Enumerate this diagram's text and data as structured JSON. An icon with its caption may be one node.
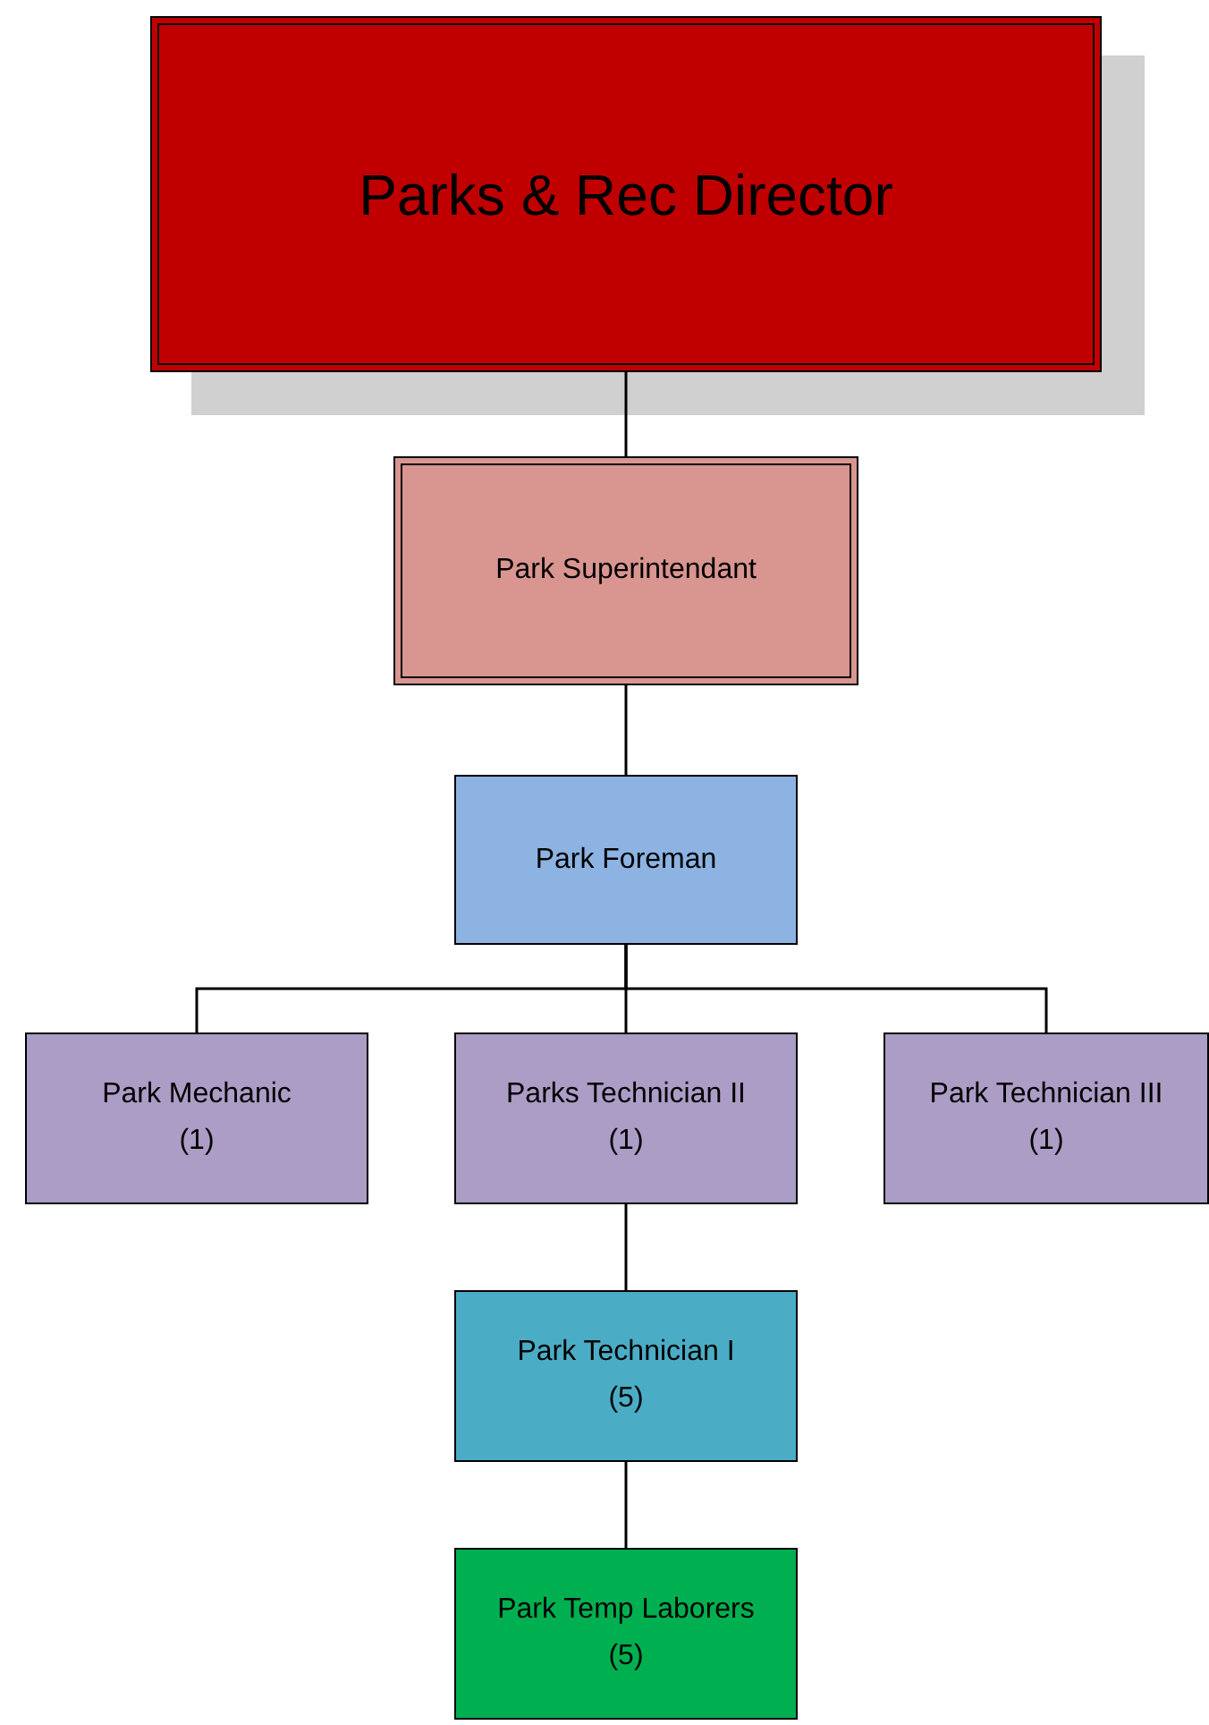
{
  "diagram": {
    "nodes": [
      {
        "text": [
          "Parks & Rec Director"
        ]
      },
      {
        "text": [
          "Park Superintendant"
        ]
      },
      {
        "text": [
          "Park Foreman"
        ]
      },
      {
        "text": [
          "Park Mechanic",
          "(1)"
        ]
      },
      {
        "text": [
          "Parks Technician II",
          "(1)"
        ]
      },
      {
        "text": [
          "Park Technician III",
          "(1)"
        ]
      },
      {
        "text": [
          "Park Technician I",
          "(5)"
        ]
      },
      {
        "text": [
          "Park Temp Laborers",
          "(5)"
        ]
      }
    ],
    "edges": [
      {
        "from": 0,
        "to": 1,
        "arrow": "none"
      },
      {
        "from": 1,
        "to": 2,
        "arrow": "none"
      },
      {
        "from": 2,
        "to": 3,
        "arrow": "none"
      },
      {
        "from": 2,
        "to": 4,
        "arrow": "none"
      },
      {
        "from": 2,
        "to": 5,
        "arrow": "none"
      },
      {
        "from": 4,
        "to": 6,
        "arrow": "none"
      },
      {
        "from": 6,
        "to": 7,
        "arrow": "none"
      }
    ]
  }
}
